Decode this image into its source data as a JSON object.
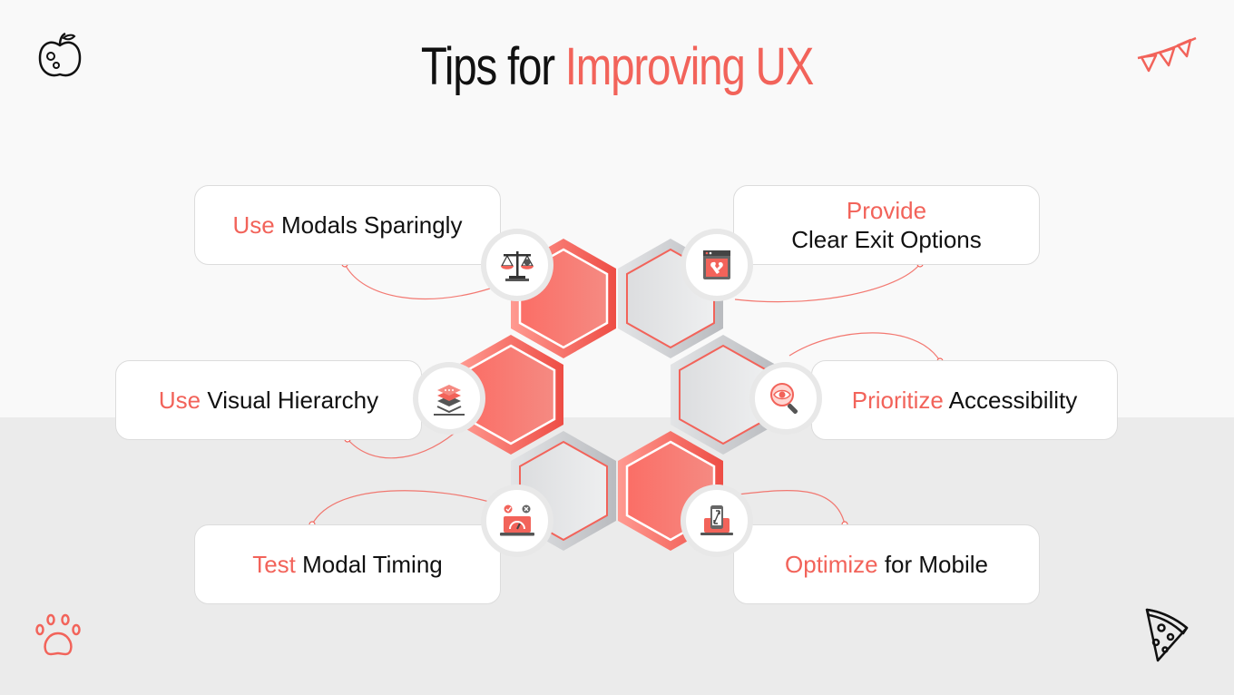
{
  "title": {
    "part1": "Tips for",
    "part2": "Improving UX"
  },
  "tips": [
    {
      "highlight": "Use",
      "rest": "Modals Sparingly",
      "icon": "scale-balance-icon"
    },
    {
      "highlight": "Provide",
      "rest": "Clear Exit Options",
      "icon": "window-wrench-icon"
    },
    {
      "highlight": "Use",
      "rest": "Visual Hierarchy",
      "icon": "layers-stack-icon"
    },
    {
      "highlight": "Prioritize",
      "rest": "Accessibility",
      "icon": "eye-magnifier-icon"
    },
    {
      "highlight": "Test",
      "rest": "Modal Timing",
      "icon": "laptop-gauge-icon"
    },
    {
      "highlight": "Optimize",
      "rest": "for Mobile",
      "icon": "mobile-resize-icon"
    }
  ],
  "colors": {
    "accent": "#f2635a",
    "grey_hex": "#c9cacd",
    "text": "#111111"
  },
  "decorations": [
    "apple-icon",
    "bunting-icon",
    "paw-icon",
    "pizza-icon"
  ]
}
